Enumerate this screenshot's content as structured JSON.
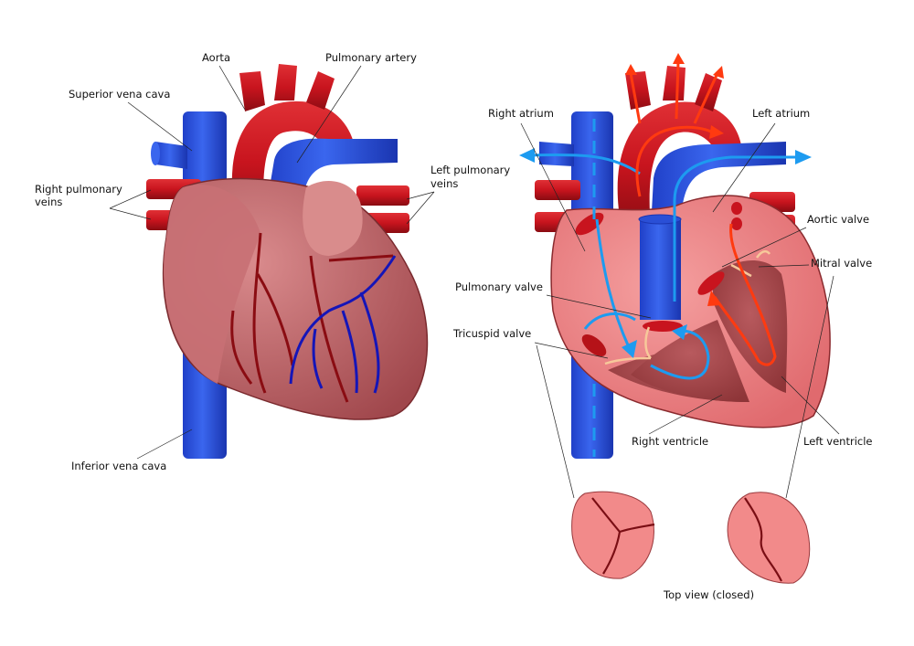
{
  "colors": {
    "artery": "#c8141e",
    "vein": "#2a4fd6",
    "flow_red": "#ff3a10",
    "flow_blue": "#1d9bf0",
    "muscle": "#b85a5e",
    "inner": "#ee8080",
    "valve": "#f7c89a"
  },
  "external_view": {
    "labels": {
      "aorta": "Aorta",
      "pulmonary_artery": "Pulmonary artery",
      "superior_vena_cava": "Superior vena cava",
      "right_pulmonary_veins_1": "Right pulmonary",
      "right_pulmonary_veins_2": "veins",
      "left_pulmonary_veins_1": "Left pulmonary",
      "left_pulmonary_veins_2": "veins",
      "inferior_vena_cava": "Inferior vena cava"
    }
  },
  "section_view": {
    "labels": {
      "right_atrium": "Right atrium",
      "left_atrium": "Left atrium",
      "aortic_valve": "Aortic valve",
      "mitral_valve": "Mitral valve",
      "pulmonary_valve": "Pulmonary valve",
      "tricuspid_valve": "Tricuspid valve",
      "right_ventricle": "Right ventricle",
      "left_ventricle": "Left ventricle"
    }
  },
  "top_view": {
    "caption": "Top view (closed)"
  }
}
